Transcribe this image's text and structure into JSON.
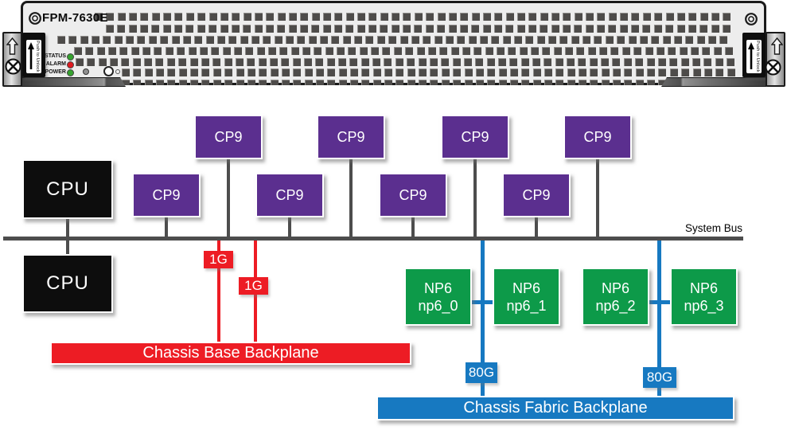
{
  "panel": {
    "model": "FPM-7630E",
    "latch_label": "Push to Unlock",
    "leds": [
      {
        "label": "STATUS",
        "color": "#35a22f"
      },
      {
        "label": "ALARM",
        "color": "#e0191f"
      },
      {
        "label": "POWER",
        "color": "#35a22f"
      }
    ]
  },
  "diagram": {
    "system_bus_label": "System Bus",
    "cpus": [
      "CPU",
      "CPU"
    ],
    "cp9_top": [
      "CP9",
      "CP9",
      "CP9",
      "CP9"
    ],
    "cp9_bottom": [
      "CP9",
      "CP9",
      "CP9",
      "CP9"
    ],
    "np6": [
      {
        "title": "NP6",
        "subtitle": "np6_0"
      },
      {
        "title": "NP6",
        "subtitle": "np6_1"
      },
      {
        "title": "NP6",
        "subtitle": "np6_2"
      },
      {
        "title": "NP6",
        "subtitle": "np6_3"
      }
    ],
    "base_links": [
      "1G",
      "1G"
    ],
    "fabric_links": [
      "80G",
      "80G"
    ],
    "base_backplane": "Chassis Base Backplane",
    "fabric_backplane": "Chassis Fabric Backplane",
    "colors": {
      "cp9": "#5b2f8f",
      "np6": "#0d9a49",
      "base": "#ed1c24",
      "fabric": "#1779c1",
      "bus": "#4d4d4d",
      "cpu": "#0d0d0d"
    }
  }
}
